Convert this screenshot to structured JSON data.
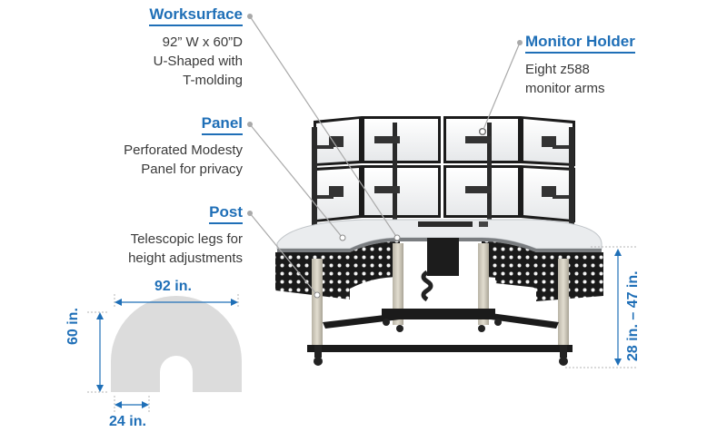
{
  "callouts": {
    "worksurface": {
      "title": "Worksurface",
      "lines": [
        "92” W x 60”D",
        "U-Shaped with",
        "T-molding"
      ]
    },
    "panel": {
      "title": "Panel",
      "lines": [
        "Perforated Modesty",
        "Panel for privacy"
      ]
    },
    "post": {
      "title": "Post",
      "lines": [
        "Telescopic legs for",
        "height adjustments"
      ]
    },
    "monitor_holder": {
      "title": "Monitor Holder",
      "lines": [
        "Eight z588",
        "monitor arms"
      ]
    }
  },
  "dimensions": {
    "width": "92 in.",
    "depth": "60 in.",
    "inner": "24 in.",
    "height": "28 in. – 47 in."
  },
  "colors": {
    "accent": "#1f6fb7",
    "text": "#3a3a3a",
    "leader": "#a9a9a9"
  }
}
